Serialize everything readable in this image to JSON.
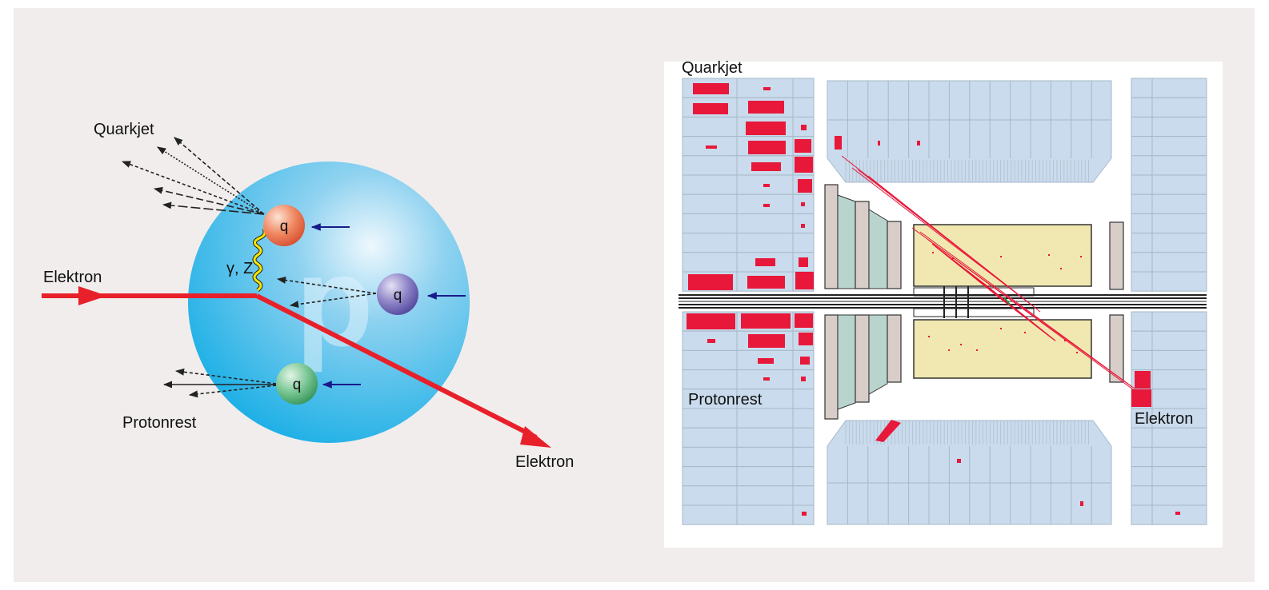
{
  "scattering_diagram": {
    "proton_symbol": "p",
    "exchange_label": "γ, Z",
    "quark_label": "q",
    "labels": {
      "quarkjet": "Quarkjet",
      "incoming_electron": "Elektron",
      "outgoing_electron": "Elektron",
      "protonrest": "Protonrest"
    },
    "colors": {
      "electron": "#e8202a",
      "quark_top": "#e8603a",
      "quark_middle": "#6a5fb0",
      "quark_bottom": "#4aaa6a",
      "exchange": "#f5e600",
      "proton": "#3bb5e8"
    }
  },
  "detector_event": {
    "labels": {
      "quarkjet": "Quarkjet",
      "protonrest": "Protonrest",
      "electron": "Elektron"
    },
    "colors": {
      "cell": "#c9dbec",
      "hit": "#e8183a",
      "tracker": "#f0e8b0",
      "chamber": "#b8d4cc",
      "track": "#e8183a"
    }
  }
}
